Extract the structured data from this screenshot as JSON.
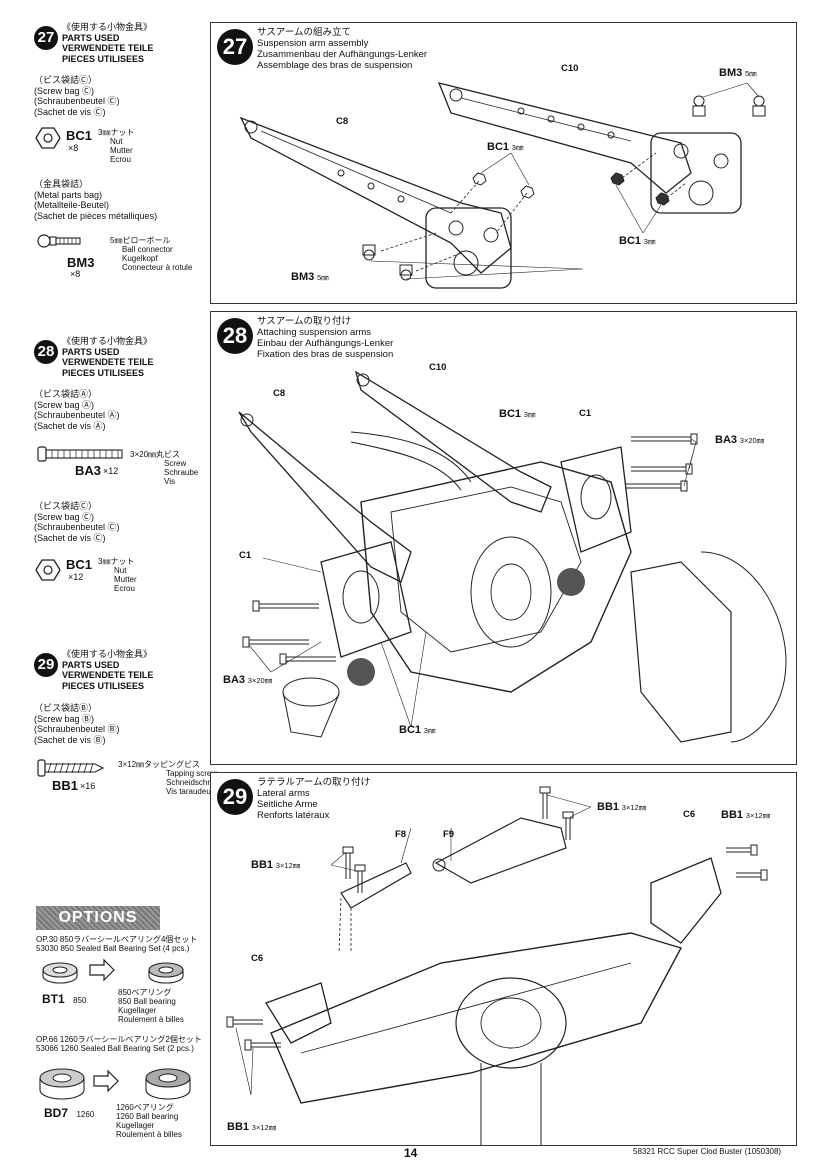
{
  "sidebar": {
    "step27": {
      "num": "27",
      "header": [
        "《使用する小物金具》",
        "PARTS USED",
        "VERWENDETE TEILE",
        "PIECES UTILISEES"
      ],
      "bag1": [
        "（ビス袋詰Ⓒ）",
        "(Screw bag Ⓒ)",
        "(Schraubenbeutel Ⓒ)",
        "(Sachet de vis Ⓒ)"
      ],
      "part1": {
        "code": "BC1",
        "qty": "×8",
        "desc": [
          "3㎜ナット",
          "Nut",
          "Mutter",
          "Ecrou"
        ]
      },
      "bag2": [
        "（金具袋詰）",
        "(Metal parts bag)",
        "(Metallteile-Beutel)",
        "(Sachet de pièces métalliques)"
      ],
      "part2": {
        "code": "BM3",
        "qty": "×8",
        "desc": [
          "5㎜ピローボール",
          "Ball connector",
          "Kugelkopf",
          "Connecteur à rotule"
        ]
      }
    },
    "step28": {
      "num": "28",
      "header": [
        "《使用する小物金具》",
        "PARTS USED",
        "VERWENDETE TEILE",
        "PIECES UTILISEES"
      ],
      "bag1": [
        "（ビス袋詰Ⓐ）",
        "(Screw bag Ⓐ)",
        "(Schraubenbeutel Ⓐ)",
        "(Sachet de vis Ⓐ)"
      ],
      "part1": {
        "code": "BA3",
        "qty": "×12",
        "desc": [
          "3×20㎜丸ビス",
          "Screw",
          "Schraube",
          "Vis"
        ]
      },
      "bag2": [
        "（ビス袋詰Ⓒ）",
        "(Screw bag Ⓒ)",
        "(Schraubenbeutel Ⓒ)",
        "(Sachet de vis Ⓒ)"
      ],
      "part2": {
        "code": "BC1",
        "qty": "×12",
        "desc": [
          "3㎜ナット",
          "Nut",
          "Mutter",
          "Ecrou"
        ]
      }
    },
    "step29": {
      "num": "29",
      "header": [
        "《使用する小物金具》",
        "PARTS USED",
        "VERWENDETE TEILE",
        "PIECES UTILISEES"
      ],
      "bag1": [
        "（ビス袋詰Ⓑ）",
        "(Screw bag Ⓑ)",
        "(Schraubenbeutel Ⓑ)",
        "(Sachet de vis Ⓑ)"
      ],
      "part1": {
        "code": "BB1",
        "qty": "×16",
        "desc": [
          "3×12㎜タッピングビス",
          "Tapping screw",
          "Schneidschraube",
          "Vis taraudeuse"
        ]
      }
    },
    "options": {
      "title": "OPTIONS",
      "opt1": {
        "line1": "OP.30 850ラバーシールベアリング4個セット",
        "line2": "53030 850 Sealed Ball Bearing Set (4 pcs.)",
        "code": "BT1",
        "size": "850",
        "desc": [
          "850ベアリング",
          "850 Ball bearing",
          "Kugellager",
          "Roulement à billes"
        ]
      },
      "opt2": {
        "line1": "OP.66 1260ラバーシールベアリング2個セット",
        "line2": "53066 1260 Sealed Ball Bearing Set (2 pcs.)",
        "code": "BD7",
        "size": "1260",
        "desc": [
          "1260ベアリング",
          "1260 Ball bearing",
          "Kugellager",
          "Roulement à billes"
        ]
      }
    }
  },
  "panels": {
    "p27": {
      "num": "27",
      "title": [
        "サスアームの組み立て",
        "Suspension arm assembly",
        "Zusammenbau der Aufhängungs-Lenker",
        "Assemblage des bras de suspension"
      ],
      "labels": {
        "c10": "C10",
        "c8": "C8",
        "bm3_top": "BM3",
        "bm3_top_size": "5㎜",
        "bc1_mid": "BC1",
        "bc1_mid_size": "3㎜",
        "bc1_low": "BC1",
        "bc1_low_size": "3㎜",
        "bm3_low": "BM3",
        "bm3_low_size": "5㎜"
      }
    },
    "p28": {
      "num": "28",
      "title": [
        "サスアームの取り付け",
        "Attaching suspension arms",
        "Einbau der Aufhängungs-Lenker",
        "Fixation des bras de suspension"
      ],
      "labels": {
        "c10": "C10",
        "c8": "C8",
        "bc1_top": "BC1",
        "bc1_top_size": "3㎜",
        "c1_top": "C1",
        "ba3_right": "BA3",
        "ba3_right_size": "3×20㎜",
        "c1_left": "C1",
        "ba3_left": "BA3",
        "ba3_left_size": "3×20㎜",
        "bc1_bottom": "BC1",
        "bc1_bottom_size": "3㎜"
      }
    },
    "p29": {
      "num": "29",
      "title": [
        "ラテラルアームの取り付け",
        "Lateral arms",
        "Seitliche Arme",
        "Renforts latéraux"
      ],
      "labels": {
        "bb1_top": "BB1",
        "bb1_top_size": "3×12㎜",
        "f8": "F8",
        "f9": "F9",
        "c6_right": "C6",
        "bb1_right": "BB1",
        "bb1_right_size": "3×12㎜",
        "bb1_left": "BB1",
        "bb1_left_size": "3×12㎜",
        "c6_left": "C6",
        "bb1_bottom": "BB1",
        "bb1_bottom_size": "3×12㎜"
      }
    }
  },
  "footer": {
    "page": "14",
    "ref": "58321 RCC Super Clod Buster (1050308)"
  }
}
